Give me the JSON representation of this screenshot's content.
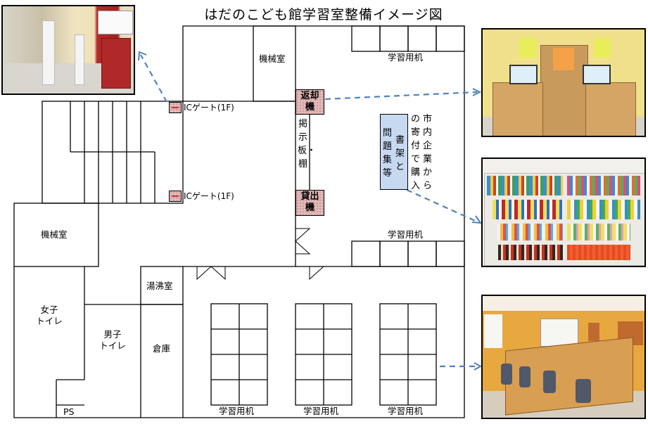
{
  "title": "はだのこども館学習室整備イメージ図",
  "rooms": {
    "machine_room_top": "機械室",
    "machine_room_left": "機械室",
    "womens_toilet": [
      "女子",
      "トイレ"
    ],
    "mens_toilet": [
      "男子",
      "トイレ"
    ],
    "kettle_room": "湯沸室",
    "storage": "倉庫",
    "ps": "PS"
  },
  "desks": {
    "top_right": "学習用机",
    "middle_right": "学習用机",
    "bottom": [
      "学習用机",
      "学習用机",
      "学習用机"
    ]
  },
  "gates": {
    "upper": "ICゲート(1F)",
    "lower": "ICゲート(1F)"
  },
  "machines": {
    "return": "返却機",
    "lending": "貸出機"
  },
  "board": "掲示板・棚",
  "shelf": {
    "label_col1": "問題集等",
    "label_col2": "書架と",
    "note_col1": "の寄付で購入",
    "note_col2": "市内企業から"
  },
  "photos": [
    {
      "name": "ic-gate-photo",
      "description": "entrance with IC gates and red fire hydrant box"
    },
    {
      "name": "self-checkout-photo",
      "description": "return/lending kiosks with two touch screens on wooden desks"
    },
    {
      "name": "bookshelf-photo",
      "description": "white bookshelf filled with workbooks"
    },
    {
      "name": "study-room-photo",
      "description": "study room with partitioned wooden carrel desks and grey chairs"
    }
  ],
  "colors": {
    "machine_fill": "#e6b8b7",
    "shelf_fill": "#c6d9f1",
    "arrow": "#4f81bd"
  }
}
